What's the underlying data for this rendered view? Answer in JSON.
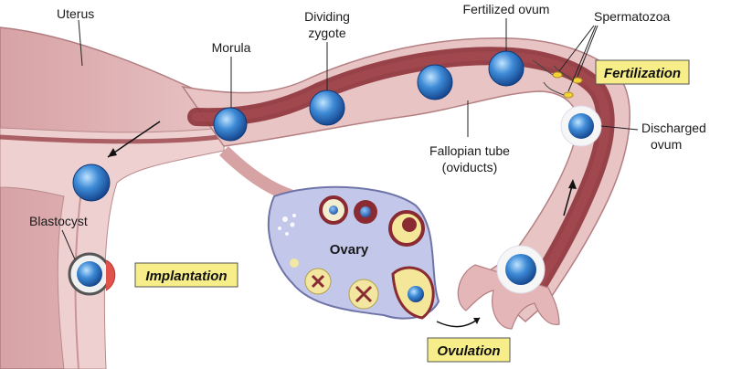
{
  "labels": {
    "uterus": "Uterus",
    "morula": "Morula",
    "dividing_zygote_1": "Dividing",
    "dividing_zygote_2": "zygote",
    "fertilized_ovum": "Fertilized ovum",
    "spermatozoa": "Spermatozoa",
    "discharged_ovum_1": "Discharged",
    "discharged_ovum_2": "ovum",
    "fallopian_tube_1": "Fallopian tube",
    "fallopian_tube_2": "(oviducts)",
    "blastocyst": "Blastocyst",
    "ovary": "Ovary"
  },
  "stages": {
    "fertilization": "Fertilization",
    "implantation": "Implantation",
    "ovulation": "Ovulation"
  },
  "colors": {
    "tag_fill": "#f7ee8a",
    "tube_outer": "#e7bcbd",
    "tube_lumen": "#92393f",
    "uterus_wall": "#d9a7a9",
    "ovary_fill": "#c3c8ea",
    "cell_blue": "#2f74c4"
  }
}
